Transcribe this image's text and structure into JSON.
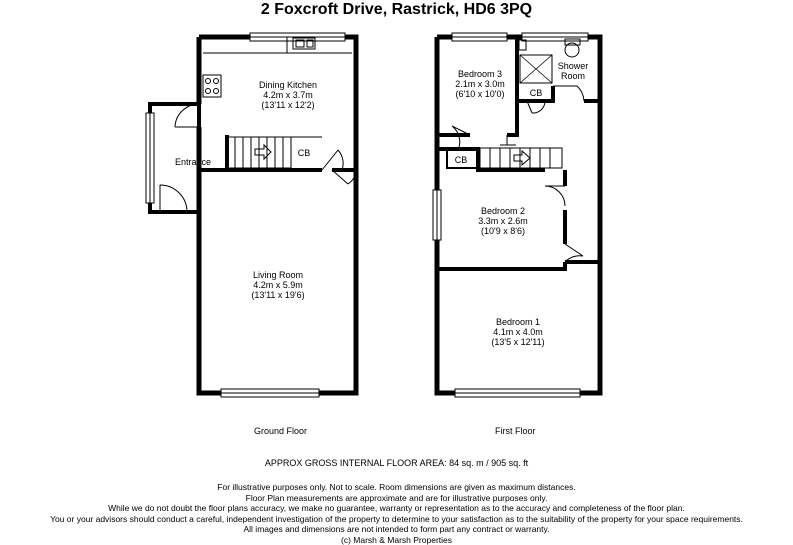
{
  "title": "2 Foxcroft Drive, Rastrick, HD6 3PQ",
  "rooms": {
    "dining_kitchen": {
      "name": "Dining Kitchen",
      "metric": "4.2m x 3.7m",
      "imperial": "(13'11 x 12'2)"
    },
    "entrance": {
      "name": "Entrance"
    },
    "living_room": {
      "name": "Living Room",
      "metric": "4.2m x 5.9m",
      "imperial": "(13'11 x 19'6)"
    },
    "cb_ground": {
      "name": "CB"
    },
    "bedroom3": {
      "name": "Bedroom 3",
      "metric": "2.1m x 3.0m",
      "imperial": "(6'10 x 10'0)"
    },
    "shower": {
      "line1": "Shower",
      "line2": "Room"
    },
    "cb_first_upper": {
      "name": "CB"
    },
    "cb_first_left": {
      "name": "CB"
    },
    "bedroom2": {
      "name": "Bedroom 2",
      "metric": "3.3m x 2.6m",
      "imperial": "(10'9 x 8'6)"
    },
    "bedroom1": {
      "name": "Bedroom 1",
      "metric": "4.1m x 4.0m",
      "imperial": "(13'5 x 12'11)"
    }
  },
  "floors": {
    "ground": "Ground Floor",
    "first": "First Floor"
  },
  "area": "APPROX GROSS INTERNAL FLOOR AREA:  84 sq. m  / 905 sq. ft",
  "disclaimer": [
    "For illustrative purposes only.  Not to scale.  Room dimensions are given as maximum distances.",
    "Floor Plan measurements are approximate and are for illustrative purposes only.",
    "While we do not doubt the floor plans accuracy, we make no guarantee, warranty or representation as to the accuracy and completeness of the floor plan.",
    "You or your advisors should conduct a careful, independent investigation of the property to determine to your satisfaction as to the suitability of the property for your space requirements.",
    "All images and dimensions are not intended to form part any contract or warranty.",
    "(c) Marsh & Marsh Properties"
  ]
}
